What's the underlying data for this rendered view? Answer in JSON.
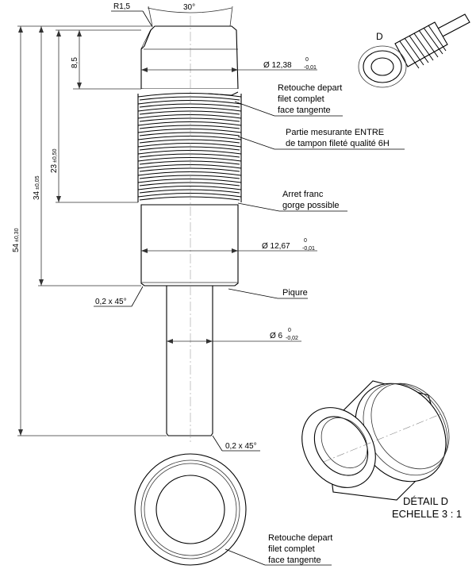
{
  "dimensions": {
    "radius_top": "R1,5",
    "chamfer_angle": "30°",
    "diam_thread": {
      "main": "Ø 12,38",
      "upper": "0",
      "lower": "-0,01"
    },
    "len_8_5": "8,5",
    "len_23": {
      "main": "23",
      "tol": "±0,50"
    },
    "len_34": {
      "main": "34",
      "tol": "±0,05"
    },
    "len_54": {
      "main": "54",
      "tol": "±0,30"
    },
    "diam_body": {
      "main": "Ø 12,67",
      "upper": "0",
      "lower": "-0,01"
    },
    "chamfer_mid": "0,2 x 45°",
    "diam_shank": {
      "main": "Ø 6",
      "upper": "0",
      "lower": "-0,02"
    },
    "chamfer_end": "0,2 x 45°"
  },
  "notes": {
    "retouche_1": "Retouche depart",
    "retouche_2": "filet complet",
    "retouche_3": "face tangente",
    "partie_1": "Partie mesurante ENTRE",
    "partie_2": "de tampon fileté qualité 6H",
    "arret_1": "Arret franc",
    "arret_2": "gorge possible",
    "piqure": "Piqure",
    "bottom_retouche_1": "Retouche depart",
    "bottom_retouche_2": "filet complet",
    "bottom_retouche_3": "face tangente"
  },
  "views": {
    "detail_label": "D",
    "detail_title_1": "DÉTAIL D",
    "detail_title_2": "ECHELLE 3 : 1"
  }
}
